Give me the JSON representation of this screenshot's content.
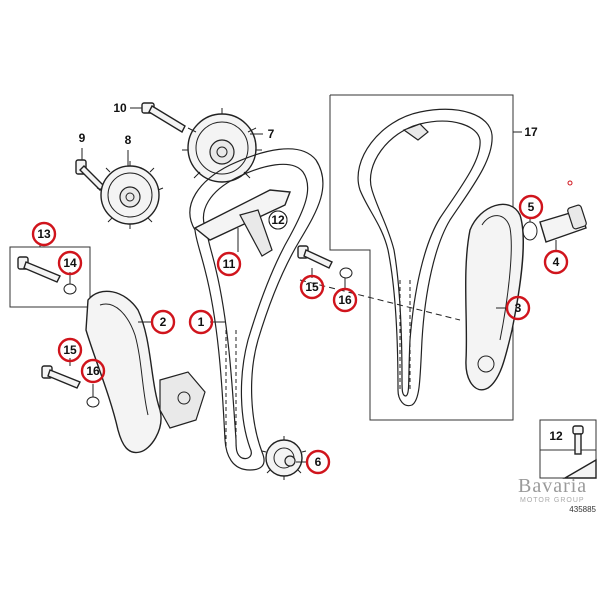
{
  "labels": {
    "n1": "1",
    "n2": "2",
    "n3": "3",
    "n4": "4",
    "n5": "5",
    "n6": "6",
    "n7": "7",
    "n8": "8",
    "n9": "9",
    "n10": "10",
    "n11": "11",
    "n12": "12",
    "n13": "13",
    "n14": "14",
    "n15a": "15",
    "n15b": "15",
    "n16a": "16",
    "n16b": "16",
    "n17": "17",
    "legend12": "12"
  },
  "watermark": {
    "brand": "Bavaria",
    "sub": "MOTOR GROUP"
  },
  "reference_number": "435885",
  "colors": {
    "highlight_ring": "#d0141c",
    "line": "#222222",
    "background": "#ffffff"
  },
  "highlighted_parts": [
    "1",
    "2",
    "3",
    "4",
    "5",
    "6",
    "11",
    "13",
    "14",
    "15",
    "16"
  ]
}
